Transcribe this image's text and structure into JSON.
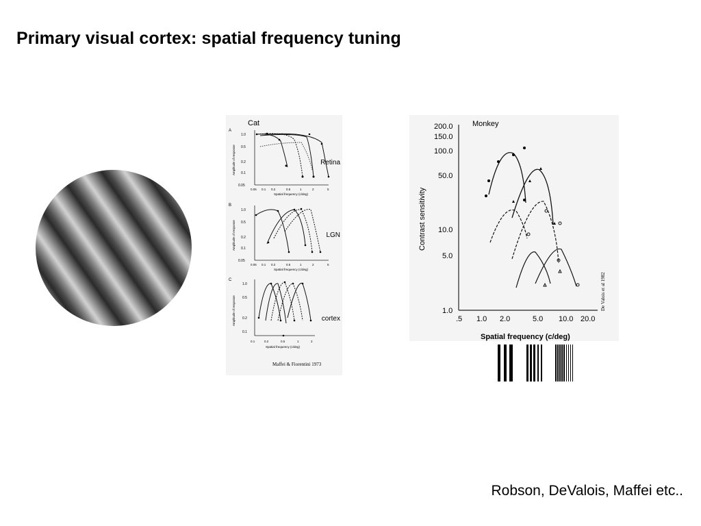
{
  "slide": {
    "title": "Primary visual cortex: spatial frequency tuning",
    "credit": "Robson, DeValois, Maffei etc.."
  },
  "cat_figure": {
    "title": "Cat",
    "citation": "Maffei & Fiorentini 1973",
    "ylabel": "Amplitude of response",
    "xlabel": "Spatial frequency (c/deg)",
    "panels": [
      {
        "letter": "A",
        "name": "Retina",
        "xticks": [
          "0.05",
          "0.1",
          "0.2",
          "0.5",
          "1",
          "2",
          "5"
        ],
        "yticks": [
          "1.0",
          "0.5",
          "0.2",
          "0.1",
          "0.05"
        ]
      },
      {
        "letter": "B",
        "name": "LGN",
        "xticks": [
          "0.05",
          "0.1",
          "0.2",
          "0.5",
          "1",
          "2",
          "5"
        ],
        "yticks": [
          "1.0",
          "0.5",
          "0.2",
          "0.1",
          "0.05"
        ]
      },
      {
        "letter": "C",
        "name": "cortex",
        "xticks": [
          "0.1",
          "0.2",
          "0.5",
          "1",
          "2"
        ],
        "yticks": [
          "1.0",
          "0.5",
          "0.2",
          "0.1"
        ]
      }
    ]
  },
  "monkey_figure": {
    "title": "Monkey",
    "ylabel": "Contrast sensitivity",
    "xlabel": "Spatial frequency (c/deg)",
    "citation": "De Valois et al 1982",
    "yticks": [
      "200.0",
      "150.0",
      "100.0",
      "50.0",
      "10.0",
      "5.0",
      "1.0"
    ],
    "xticks": [
      ".5",
      "1.0",
      "2.0",
      "5.0",
      "10.0",
      "20.0"
    ]
  },
  "bar_patches": [
    {
      "bars": 3
    },
    {
      "bars": 5
    },
    {
      "bars": 9
    }
  ]
}
